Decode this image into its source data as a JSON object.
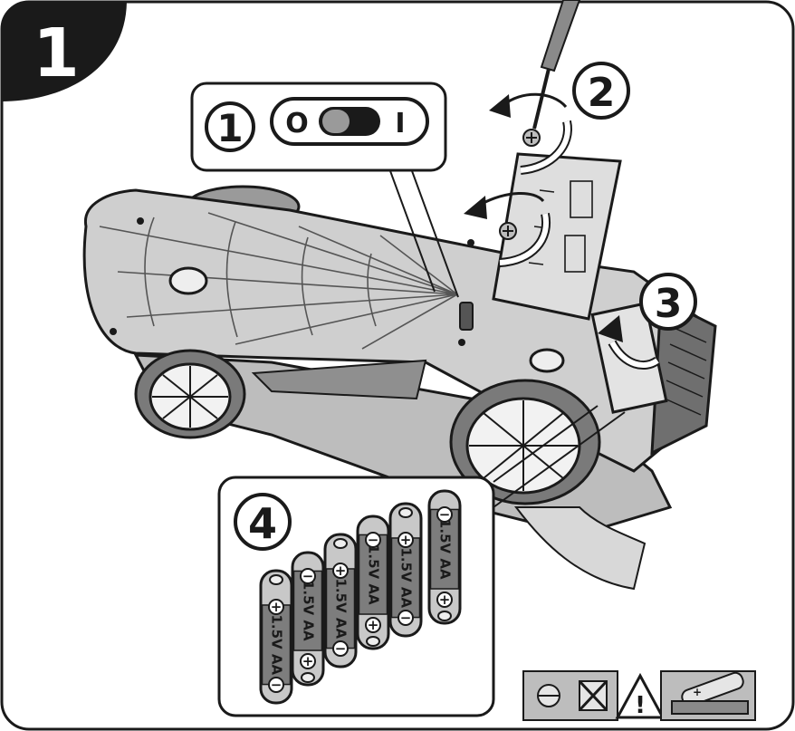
{
  "step": {
    "number": "1"
  },
  "callouts": {
    "switch": "1",
    "screw": "2",
    "lift": "3",
    "batteries": "4"
  },
  "switch": {
    "off_symbol": "O",
    "on_symbol": "I"
  },
  "batteries": {
    "count": 6,
    "label": "1.5V AA",
    "plus_symbol": "+",
    "minus_symbol": "−"
  },
  "warning": {
    "symbol": "!"
  },
  "colors": {
    "outline": "#1a1a1a",
    "car_body": "#cfcfcf",
    "car_dark": "#8c8c8c",
    "battery_body": "#c8c8c8",
    "battery_band": "#7d7d7d",
    "background": "#ffffff"
  },
  "icons": [
    "screwdriver-icon",
    "rotate-arrow-icon",
    "lift-arrow-icon",
    "warning-triangle-icon",
    "battery-icon"
  ]
}
